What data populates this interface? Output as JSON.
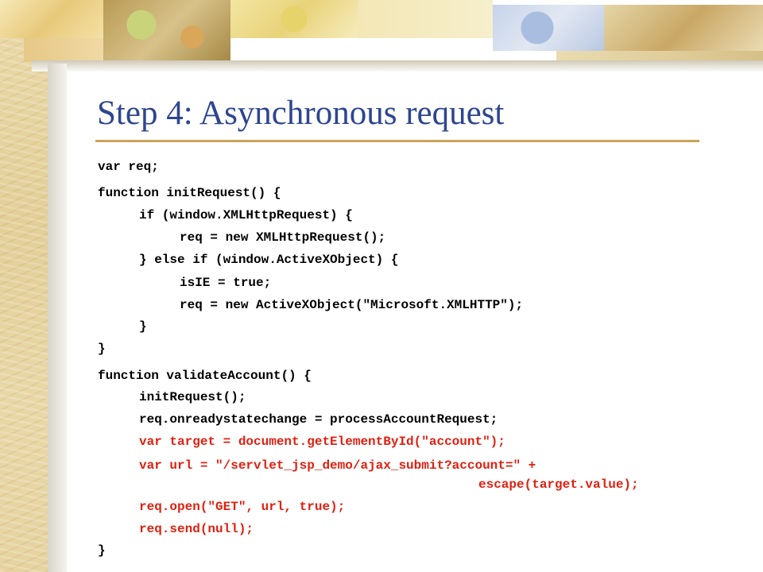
{
  "slide": {
    "title": "Step 4: Asynchronous request",
    "accent_color": "#2e4690",
    "highlight_color": "#e02010",
    "code_lines": [
      {
        "text": "var req;",
        "highlighted": false
      },
      {
        "text": "function initRequest() {",
        "highlighted": false
      },
      {
        "text": "if (window.XMLHttpRequest) {",
        "highlighted": false
      },
      {
        "text": "req = new XMLHttpRequest();",
        "highlighted": false
      },
      {
        "text": "} else if (window.ActiveXObject) {",
        "highlighted": false
      },
      {
        "text": "isIE = true;",
        "highlighted": false
      },
      {
        "text": "req = new ActiveXObject(\"Microsoft.XMLHTTP\");",
        "highlighted": false
      },
      {
        "text": "}",
        "highlighted": false
      },
      {
        "text": "}",
        "highlighted": false
      },
      {
        "text": "function validateAccount() {",
        "highlighted": false
      },
      {
        "text": "initRequest();",
        "highlighted": false
      },
      {
        "text": "req.onreadystatechange = processAccountRequest;",
        "highlighted": false
      },
      {
        "text": "var target = document.getElementById(\"account\");",
        "highlighted": true
      },
      {
        "text": "var url = \"/servlet_jsp_demo/ajax_submit?account=\" +",
        "highlighted": true
      },
      {
        "text": "escape(target.value);",
        "highlighted": true
      },
      {
        "text": "req.open(\"GET\", url, true);",
        "highlighted": true
      },
      {
        "text": "req.send(null);",
        "highlighted": true
      },
      {
        "text": "}",
        "highlighted": false
      }
    ]
  }
}
